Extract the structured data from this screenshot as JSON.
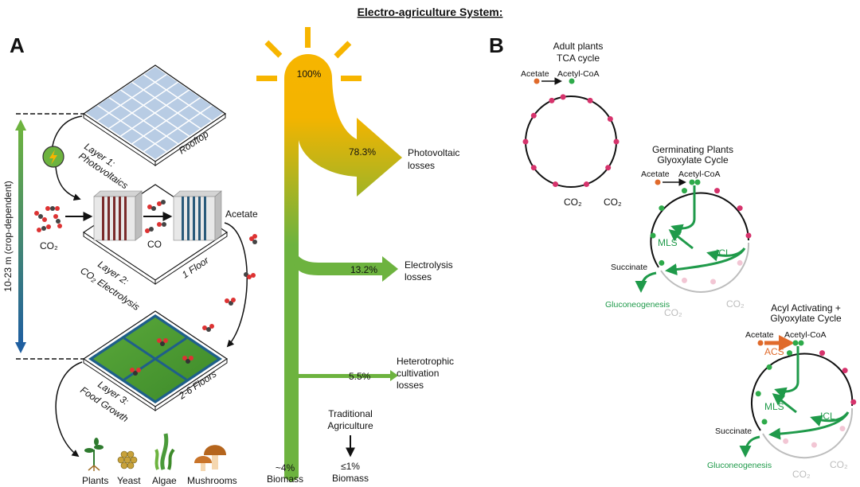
{
  "title": "Electro-agriculture System:",
  "panel_a": {
    "label": "A",
    "height_axis": "10-23 m (crop-dependent)",
    "layers": [
      {
        "name": "Layer 1:",
        "sub": "Photovoltaics",
        "location": "Rooftop"
      },
      {
        "name": "Layer 2:",
        "sub": "CO₂ Electrolysis",
        "location": "1 Floor"
      },
      {
        "name": "Layer 3:",
        "sub": "Food Growth",
        "location": "2-6 Floors"
      }
    ],
    "molecules": {
      "co2": "CO₂",
      "co": "CO",
      "acetate": "Acetate"
    },
    "organisms": [
      "Plants",
      "Yeast",
      "Algae",
      "Mushrooms"
    ]
  },
  "sankey": {
    "input_pct": "100%",
    "flows": [
      {
        "pct": "78.3%",
        "label_1": "Photovoltaic",
        "label_2": "losses"
      },
      {
        "pct": "13.2%",
        "label_1": "Electrolysis",
        "label_2": "losses"
      },
      {
        "pct": "5.5%",
        "label_1": "Heterotrophic",
        "label_2": "cultivation",
        "label_3": "losses"
      }
    ],
    "output": {
      "pct": "~4%",
      "label": "Biomass"
    },
    "traditional": {
      "label_1": "Traditional",
      "label_2": "Agriculture",
      "pct": "≤1%",
      "label": "Biomass"
    }
  },
  "panel_b": {
    "label": "B",
    "cycles": [
      {
        "title_1": "Adult plants",
        "title_2": "TCA cycle",
        "acetate": "Acetate",
        "acetyl_coa": "Acetyl-CoA",
        "co2_a": "CO₂",
        "co2_b": "CO₂"
      },
      {
        "title_1": "Germinating Plants",
        "title_2": "Glyoxylate Cycle",
        "acetate": "Acetate",
        "acetyl_coa": "Acetyl-CoA",
        "mls": "MLS",
        "icl": "ICL",
        "succinate": "Succinate",
        "glucogen": "Gluconeogenesis",
        "co2_a": "CO₂",
        "co2_b": "CO₂"
      },
      {
        "title_1": "Acyl Activating +",
        "title_2": "Glyoxylate Cycle",
        "acetate": "Acetate",
        "acetyl_coa": "Acetyl-CoA",
        "acs": "ACS",
        "mls": "MLS",
        "icl": "ICL",
        "succinate": "Succinate",
        "glucogen": "Gluconeogenesis",
        "co2_a": "CO₂",
        "co2_b": "CO₂"
      }
    ]
  },
  "colors": {
    "sun": "#f7b500",
    "flow": "#6db33f",
    "magenta": "#d6336c",
    "green": "#1f9a4a",
    "orange": "#e06a2b",
    "panel_blue": "#b8cce4"
  }
}
